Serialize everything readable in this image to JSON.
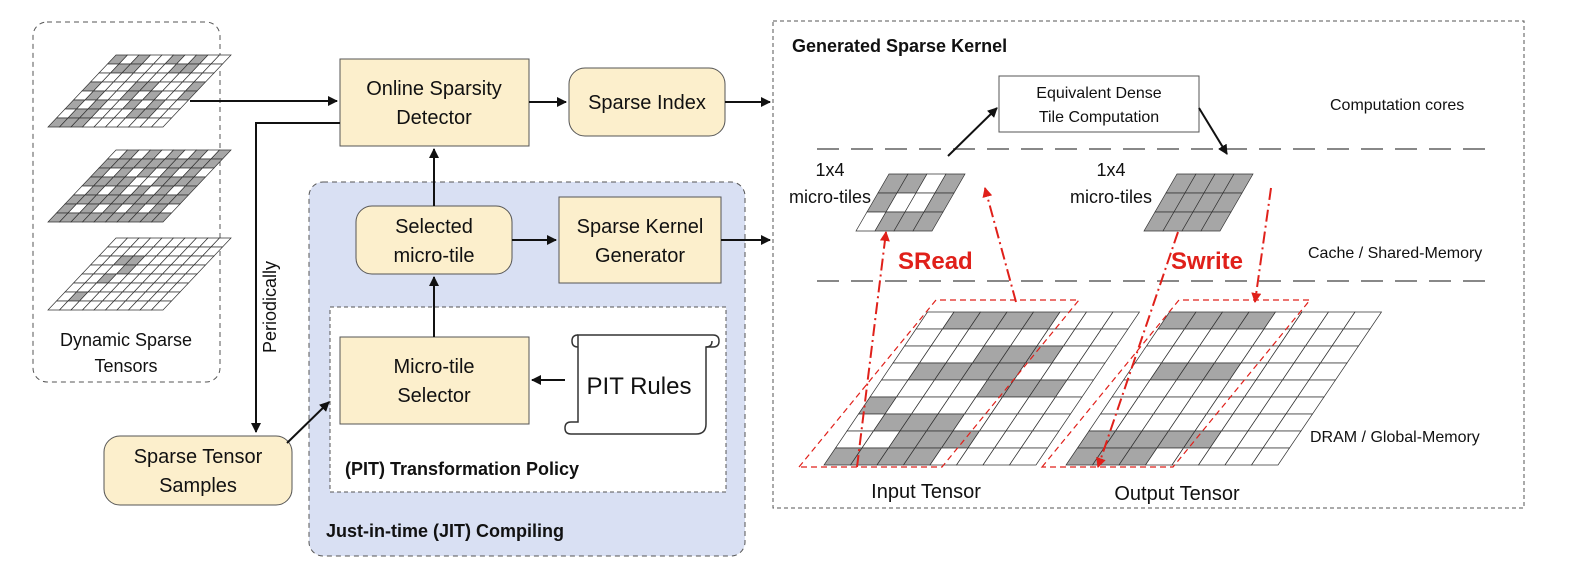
{
  "nodes": {
    "detector": [
      "Online Sparsity",
      "Detector"
    ],
    "sparse_index": "Sparse Index",
    "selected_microtile": [
      "Selected",
      "micro-tile"
    ],
    "kernel_generator": [
      "Sparse Kernel",
      "Generator"
    ],
    "microtile_selector": [
      "Micro-tile",
      "Selector"
    ],
    "pit_rules": "PIT Rules",
    "sparse_samples": [
      "Sparse Tensor",
      "Samples"
    ],
    "dense_tile": [
      "Equivalent Dense",
      "Tile Computation"
    ]
  },
  "groups": {
    "dynamic_tensors": [
      "Dynamic Sparse",
      "Tensors"
    ],
    "transformation_policy": "(PIT) Transformation Policy",
    "jit": "Just-in-time (JIT) Compiling",
    "generated_kernel": "Generated Sparse Kernel"
  },
  "labels": {
    "periodically": "Periodically",
    "microtiles_left": [
      "1x4",
      "micro-tiles"
    ],
    "microtiles_right": [
      "1x4",
      "micro-tiles"
    ],
    "sread": "SRead",
    "swrite": "Swrite",
    "input_tensor": "Input Tensor",
    "output_tensor": "Output Tensor"
  },
  "memory_levels": {
    "compute": "Computation cores",
    "cache": "Cache / Shared-Memory",
    "dram": "DRAM / Global-Memory"
  },
  "colors": {
    "node_fill": "#fcefcc",
    "jit_fill": "#d9e0f3",
    "cell_gray": "#a6a6a6",
    "red": "#e0201a"
  }
}
